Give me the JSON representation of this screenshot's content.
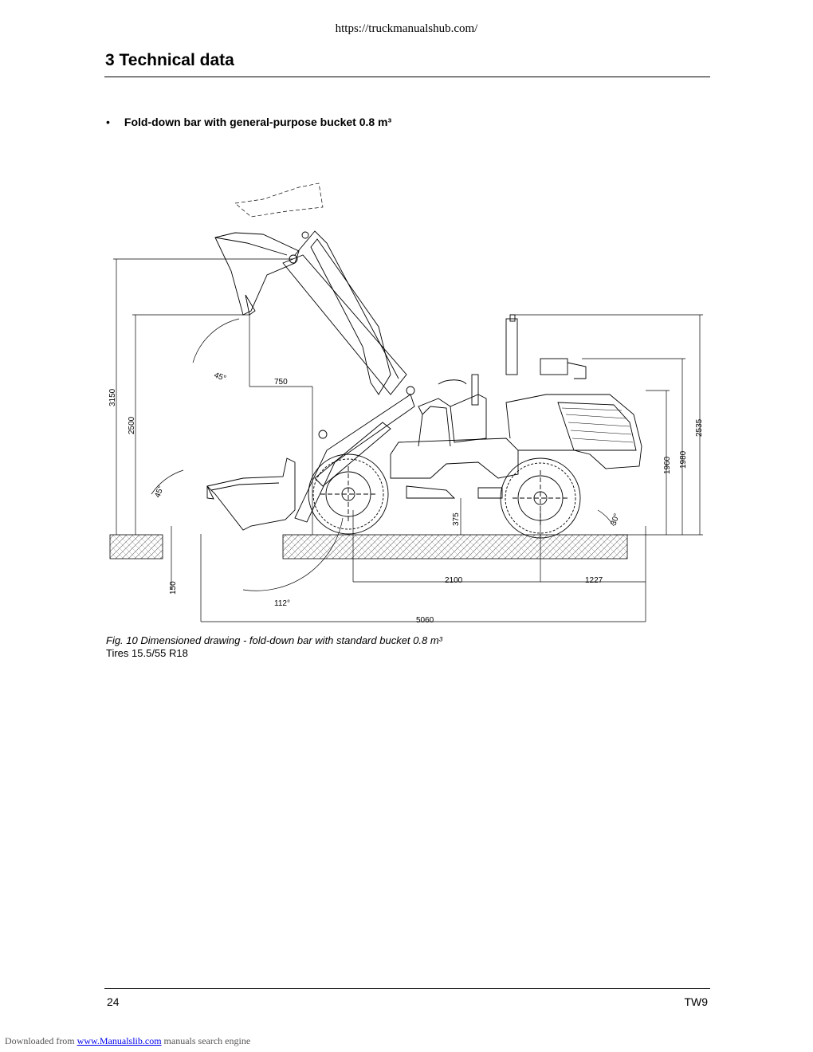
{
  "header": {
    "url": "https://truckmanualshub.com/"
  },
  "section": {
    "title": "3 Technical data"
  },
  "bullet": {
    "marker": "•",
    "text": "Fold-down bar with general-purpose bucket 0.8 m³"
  },
  "drawing": {
    "dimensions": {
      "max_pivot_height": "3150",
      "dump_height": "2500",
      "reach": "750",
      "dump_angle": "45°",
      "rollback_angle": "45°",
      "dig_depth": "150",
      "ground_clearance": "375",
      "wheelbase": "2100",
      "rear_overhang": "1227",
      "overall_length": "5060",
      "departure_angle": "30°",
      "body_height": "1960",
      "roof_height": "1980",
      "overall_height": "2535",
      "bucket_angle": "112°"
    }
  },
  "caption": {
    "figure": "Fig. 10 Dimensioned drawing - fold-down bar with standard bucket 0.8 m³",
    "tires": "Tires 15.5/55 R18"
  },
  "footer": {
    "page_number": "24",
    "model": "TW9",
    "download_prefix": "Downloaded from",
    "download_link": "www.Manualslib.com",
    "download_suffix": "manuals search engine"
  }
}
